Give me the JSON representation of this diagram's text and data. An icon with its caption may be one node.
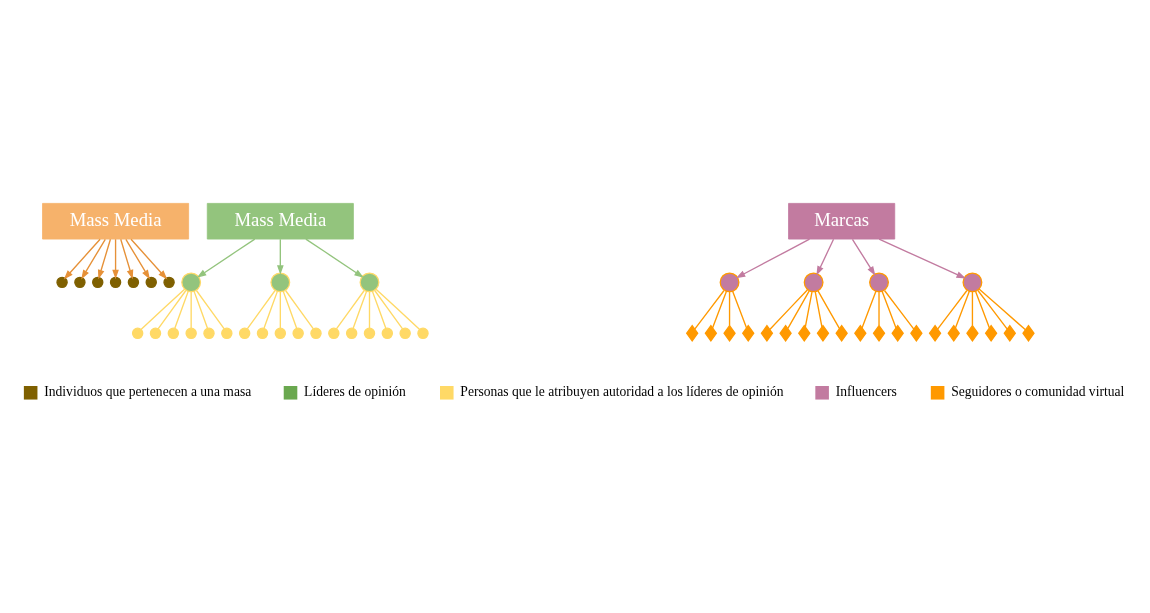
{
  "diagram": {
    "nodes": [
      {
        "text": [
          "Mass Media"
        ]
      },
      {
        "text": [
          "Mass Media"
        ]
      },
      {
        "text": [
          "Marcas"
        ]
      },
      {
        "text": [],
        "shape": "circle"
      },
      {
        "text": [],
        "shape": "circle"
      },
      {
        "text": [],
        "shape": "circle"
      },
      {
        "text": [],
        "shape": "circle"
      },
      {
        "text": [],
        "shape": "circle"
      },
      {
        "text": [],
        "shape": "circle"
      },
      {
        "text": [],
        "shape": "circle"
      },
      {
        "text": [],
        "shape": "circle"
      },
      {
        "text": [],
        "shape": "circle"
      },
      {
        "text": [],
        "shape": "circle"
      },
      {
        "text": [],
        "shape": "circle"
      },
      {
        "text": [],
        "shape": "circle"
      },
      {
        "text": [],
        "shape": "circle"
      },
      {
        "text": [],
        "shape": "circle"
      },
      {
        "text": [],
        "shape": "circle"
      },
      {
        "text": [],
        "shape": "circle"
      },
      {
        "text": [],
        "shape": "circle"
      },
      {
        "text": [],
        "shape": "circle"
      },
      {
        "text": [],
        "shape": "circle"
      },
      {
        "text": [],
        "shape": "circle"
      },
      {
        "text": [],
        "shape": "circle"
      },
      {
        "text": [],
        "shape": "circle"
      },
      {
        "text": [],
        "shape": "circle"
      },
      {
        "text": [],
        "shape": "circle"
      },
      {
        "text": [],
        "shape": "circle"
      },
      {
        "text": [],
        "shape": "circle"
      },
      {
        "text": [],
        "shape": "circle"
      },
      {
        "text": [],
        "shape": "circle"
      },
      {
        "text": [],
        "shape": "diamond"
      },
      {
        "text": [],
        "shape": "diamond"
      },
      {
        "text": [],
        "shape": "diamond"
      },
      {
        "text": [],
        "shape": "diamond"
      },
      {
        "text": [],
        "shape": "circle"
      },
      {
        "text": [],
        "shape": "diamond"
      },
      {
        "text": [],
        "shape": "diamond"
      },
      {
        "text": [],
        "shape": "diamond"
      },
      {
        "text": [],
        "shape": "diamond"
      },
      {
        "text": [],
        "shape": "diamond"
      },
      {
        "text": [],
        "shape": "circle"
      },
      {
        "text": [],
        "shape": "diamond"
      },
      {
        "text": [],
        "shape": "diamond"
      },
      {
        "text": [],
        "shape": "diamond"
      },
      {
        "text": [],
        "shape": "diamond"
      },
      {
        "text": [],
        "shape": "circle"
      },
      {
        "text": [],
        "shape": "diamond"
      },
      {
        "text": [],
        "shape": "diamond"
      },
      {
        "text": [],
        "shape": "diamond"
      },
      {
        "text": [],
        "shape": "diamond"
      },
      {
        "text": [],
        "shape": "diamond"
      },
      {
        "text": [],
        "shape": "diamond"
      }
    ],
    "edges": [
      {
        "from": 0,
        "to": 3,
        "arrow": "to",
        "color": "#e69138"
      },
      {
        "from": 0,
        "to": 4,
        "arrow": "to",
        "color": "#e69138"
      },
      {
        "from": 0,
        "to": 5,
        "arrow": "to",
        "color": "#e69138"
      },
      {
        "from": 0,
        "to": 6,
        "arrow": "to",
        "color": "#e69138"
      },
      {
        "from": 0,
        "to": 7,
        "arrow": "to",
        "color": "#e69138"
      },
      {
        "from": 0,
        "to": 8,
        "arrow": "to",
        "color": "#e69138"
      },
      {
        "from": 0,
        "to": 9,
        "arrow": "to",
        "color": "#e69138"
      },
      {
        "from": 1,
        "to": 10,
        "arrow": "to",
        "color": "#93c47d"
      },
      {
        "from": 1,
        "to": 17,
        "arrow": "to",
        "color": "#93c47d"
      },
      {
        "from": 1,
        "to": 23,
        "arrow": "to",
        "color": "#93c47d"
      },
      {
        "from": 2,
        "to": 30,
        "arrow": "to",
        "color": "#c27ba0"
      },
      {
        "from": 2,
        "to": 35,
        "arrow": "to",
        "color": "#c27ba0"
      },
      {
        "from": 2,
        "to": 41,
        "arrow": "to",
        "color": "#c27ba0"
      },
      {
        "from": 2,
        "to": 46,
        "arrow": "to",
        "color": "#c27ba0"
      },
      {
        "from": 10,
        "to": 11,
        "arrow": "none",
        "color": "#ffd966"
      },
      {
        "from": 10,
        "to": 12,
        "arrow": "none",
        "color": "#ffd966"
      },
      {
        "from": 10,
        "to": 13,
        "arrow": "none",
        "color": "#ffd966"
      },
      {
        "from": 10,
        "to": 14,
        "arrow": "none",
        "color": "#ffd966"
      },
      {
        "from": 10,
        "to": 15,
        "arrow": "none",
        "color": "#ffd966"
      },
      {
        "from": 10,
        "to": 16,
        "arrow": "none",
        "color": "#ffd966"
      },
      {
        "from": 17,
        "to": 18,
        "arrow": "none",
        "color": "#ffd966"
      },
      {
        "from": 17,
        "to": 19,
        "arrow": "none",
        "color": "#ffd966"
      },
      {
        "from": 17,
        "to": 20,
        "arrow": "none",
        "color": "#ffd966"
      },
      {
        "from": 17,
        "to": 21,
        "arrow": "none",
        "color": "#ffd966"
      },
      {
        "from": 17,
        "to": 22,
        "arrow": "none",
        "color": "#ffd966"
      },
      {
        "from": 23,
        "to": 24,
        "arrow": "none",
        "color": "#ffd966"
      },
      {
        "from": 23,
        "to": 25,
        "arrow": "none",
        "color": "#ffd966"
      },
      {
        "from": 23,
        "to": 26,
        "arrow": "none",
        "color": "#ffd966"
      },
      {
        "from": 23,
        "to": 27,
        "arrow": "none",
        "color": "#ffd966"
      },
      {
        "from": 23,
        "to": 28,
        "arrow": "none",
        "color": "#ffd966"
      },
      {
        "from": 23,
        "to": 29,
        "arrow": "none",
        "color": "#ffd966"
      },
      {
        "from": 30,
        "to": 31,
        "arrow": "none"
      },
      {
        "from": 30,
        "to": 32,
        "arrow": "none"
      },
      {
        "from": 30,
        "to": 33,
        "arrow": "none"
      },
      {
        "from": 30,
        "to": 34,
        "arrow": "none"
      },
      {
        "from": 35,
        "to": 36,
        "arrow": "none"
      },
      {
        "from": 35,
        "to": 37,
        "arrow": "none"
      },
      {
        "from": 35,
        "to": 38,
        "arrow": "none"
      },
      {
        "from": 35,
        "to": 39,
        "arrow": "none"
      },
      {
        "from": 35,
        "to": 40,
        "arrow": "none"
      },
      {
        "from": 41,
        "to": 42,
        "arrow": "none"
      },
      {
        "from": 41,
        "to": 43,
        "arrow": "none"
      },
      {
        "from": 41,
        "to": 44,
        "arrow": "none"
      },
      {
        "from": 41,
        "to": 45,
        "arrow": "none"
      },
      {
        "from": 46,
        "to": 47,
        "arrow": "none"
      },
      {
        "from": 46,
        "to": 48,
        "arrow": "none"
      },
      {
        "from": 46,
        "to": 49,
        "arrow": "none"
      },
      {
        "from": 46,
        "to": 50,
        "arrow": "none"
      },
      {
        "from": 46,
        "to": 51,
        "arrow": "none"
      },
      {
        "from": 46,
        "to": 52,
        "arrow": "none"
      }
    ],
    "legend": [
      {
        "text": "Individuos que pertenecen a una masa",
        "color": "#7f6000"
      },
      {
        "text": "Líderes de opinión",
        "color": "#6aa84f"
      },
      {
        "text": "Personas que le atribuyen autoridad a los líderes de opinión",
        "color": "#ffd966"
      },
      {
        "text": "Influencers",
        "color": "#c27ba0"
      },
      {
        "text": "Seguidores o comunidad virtual",
        "color": "#ff9900"
      }
    ]
  }
}
